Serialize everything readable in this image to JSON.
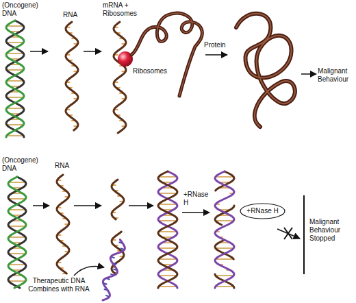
{
  "diagram": {
    "nodes": [
      {
        "text": [
          "+RNase H"
        ]
      }
    ],
    "labels": [
      "(Oncogene) DNA",
      "RNA",
      "mRNA + Ribosomes",
      "Ribosomes",
      "Protein",
      "Malignant Behaviour",
      "(Oncogene) DNA",
      "RNA",
      "Therapeutic DNA Combines with RNA",
      "+RNase H",
      "Malignant Behaviour Stopped"
    ]
  }
}
